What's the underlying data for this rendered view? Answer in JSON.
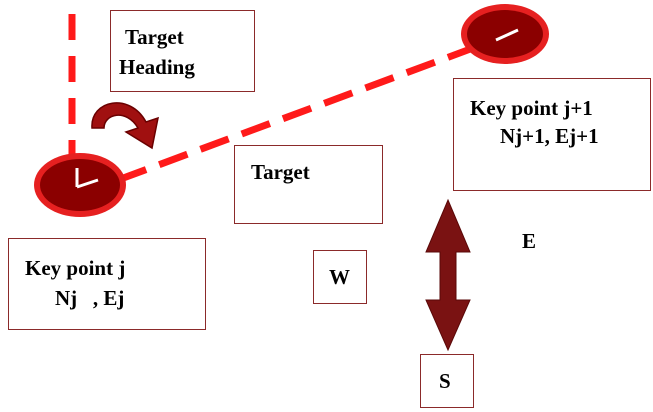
{
  "labels": {
    "target_heading": [
      "Target",
      "Heading"
    ],
    "target": "Target",
    "key_point_j": [
      "Key point j",
      "Nj   , Ej"
    ],
    "key_point_j1": [
      "Key point j+1",
      "Nj+1, Ej+1"
    ],
    "w": "W",
    "e": "E",
    "s": "S"
  },
  "colors": {
    "dashed_line": "#ff1a1a",
    "marker_fill": "#8b0000",
    "marker_rim": "#e62020",
    "arrow_fill": "#7a1212",
    "box_border": "#8b2a2a",
    "text": "#000000"
  }
}
